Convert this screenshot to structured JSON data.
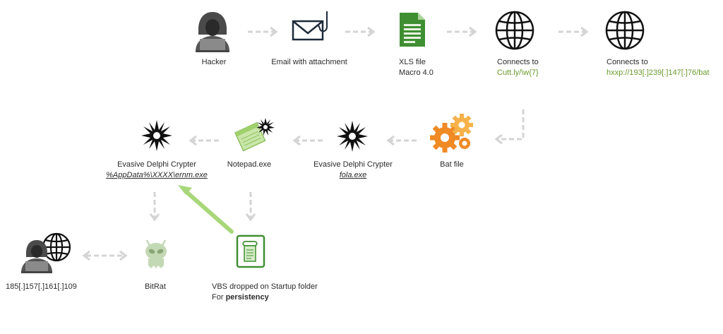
{
  "nodes": {
    "hacker": {
      "label": "Hacker"
    },
    "email": {
      "label": "Email with attachment"
    },
    "xls": {
      "line1": "XLS file",
      "line2": "Macro 4.0"
    },
    "connect1": {
      "line1": "Connects to",
      "line2": "Cutt.ly/\\w{7}"
    },
    "connect2": {
      "line1": "Connects to",
      "line2": "hxxp://193[.]239[.]147[.]76/bat"
    },
    "batfile": {
      "label": "Bat file"
    },
    "crypter1": {
      "line1": "Evasive Delphi Crypter",
      "line2": "fola.exe"
    },
    "notepad": {
      "label": "Notepad.exe"
    },
    "crypter2": {
      "line1": "Evasive Delphi Crypter",
      "line2": "%AppData%\\XXXX\\ernm.exe"
    },
    "bitrat": {
      "label": "BitRat"
    },
    "vbs": {
      "line1": "VBS dropped on Startup folder",
      "line2_prefix": "For ",
      "line2_bold": "persistency"
    },
    "c2": {
      "label": "185[.]157[.]161[.]109"
    }
  },
  "colors": {
    "arrow": "#d4d4d4",
    "highlight_arrow": "#a8d77a",
    "link_text": "#6a9a2e",
    "gear": "#f08a24",
    "gear_light": "#f6b24a",
    "doc_green": "#3f8f32",
    "alien": "#c3d8b4",
    "hacker": "#555555"
  },
  "icons": [
    "hacker-icon",
    "envelope-hook-icon",
    "spreadsheet-icon",
    "globe-icon",
    "globe-icon",
    "gears-icon",
    "starburst-icon",
    "notepad-icon",
    "starburst-icon",
    "alien-icon",
    "script-icon",
    "hacker-globe-icon"
  ]
}
